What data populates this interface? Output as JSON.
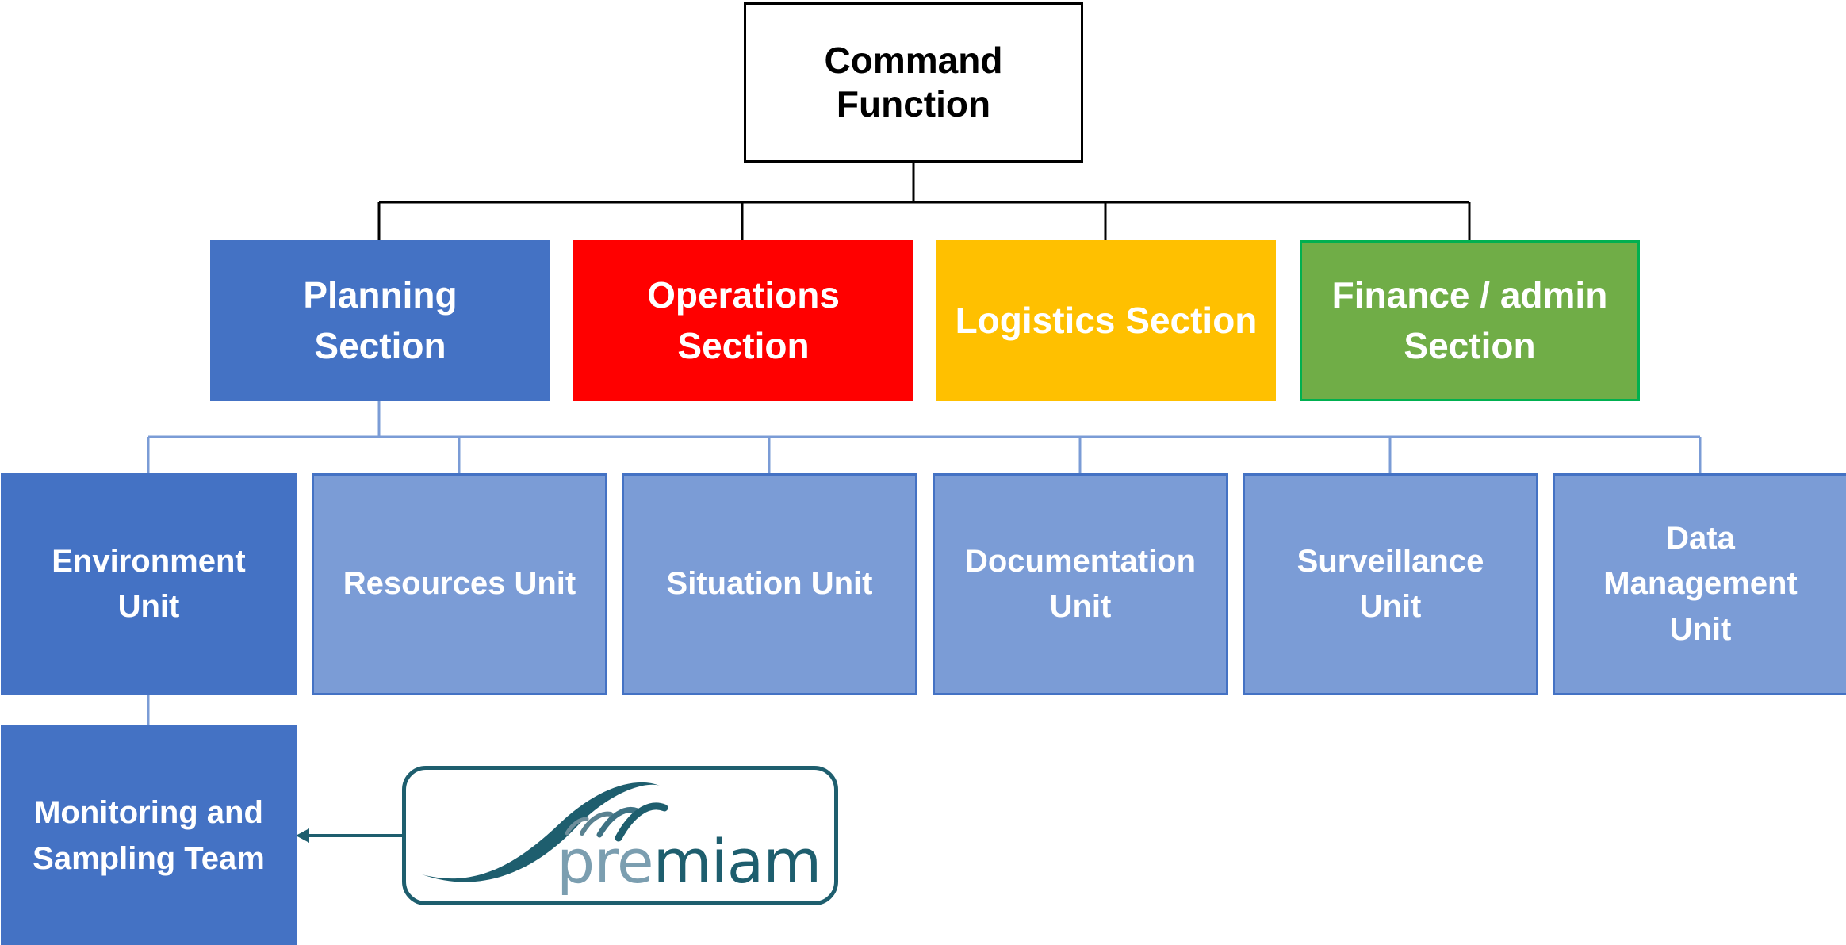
{
  "root": {
    "label": "Command\nFunction"
  },
  "sections": [
    {
      "label": "Planning\nSection",
      "color": "#4472c4"
    },
    {
      "label": "Operations\nSection",
      "color": "#ff0000"
    },
    {
      "label": "Logistics Section",
      "color": "#ffc000"
    },
    {
      "label": "Finance / admin\nSection",
      "color": "#70ad47"
    }
  ],
  "units": [
    {
      "label": "Environment\nUnit",
      "color": "#4472c4"
    },
    {
      "label": "Resources Unit",
      "color": "#7b9cd6"
    },
    {
      "label": "Situation Unit",
      "color": "#7b9cd6"
    },
    {
      "label": "Documentation\nUnit",
      "color": "#7b9cd6"
    },
    {
      "label": "Surveillance\nUnit",
      "color": "#7b9cd6"
    },
    {
      "label": "Data\nManagement\nUnit",
      "color": "#7b9cd6"
    }
  ],
  "team": {
    "label": "Monitoring and\nSampling Team",
    "color": "#4472c4"
  },
  "logo": {
    "wordmark": "premiam",
    "pre_color": "#7b9eb0",
    "rest_color": "#1e5e6e"
  }
}
